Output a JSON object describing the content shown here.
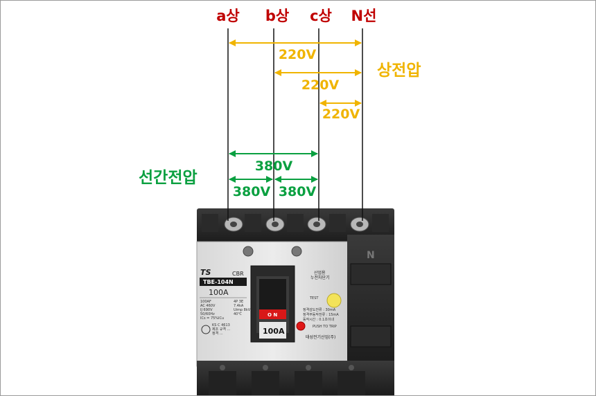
{
  "phases": [
    "a상",
    "b상",
    "c상",
    "N선"
  ],
  "phase_voltage": {
    "title": "상전압",
    "values": [
      "220V",
      "220V",
      "220V"
    ]
  },
  "line_voltage": {
    "title": "선간전압",
    "values": [
      "380V",
      "380V",
      "380V"
    ]
  },
  "breaker": {
    "brand": "TS",
    "type": "CBR",
    "model": "TBE-104N",
    "rating": "100A",
    "handle_label": "100A",
    "specs_left": [
      "100AF",
      "AC 460V",
      "IJ 690V",
      "50/60Hz",
      "ICs = 75%ICu"
    ],
    "specs_right": [
      "4P 3E",
      "7.4kA",
      "Uimp 8kV",
      "40℃"
    ],
    "kc_label": "KS C 4613",
    "cert_lines": [
      "제조 규격 ...",
      "정격 ..."
    ],
    "on_label": "O N",
    "test_label": "TEST",
    "push_label": "PUSH TO TRIP",
    "product_name": [
      "산업용",
      "누전차단기"
    ],
    "rated_lines": [
      "정격감도전류 : 30mA",
      "정격부동작전류 : 15mA",
      "동작시간 : 0.1초이내"
    ],
    "maker": "태성전기산업(주)",
    "neutral_mark": "N"
  },
  "colors": {
    "phase": "#c00000",
    "phase_voltage": "#f0b400",
    "line_voltage": "#0aa040"
  }
}
